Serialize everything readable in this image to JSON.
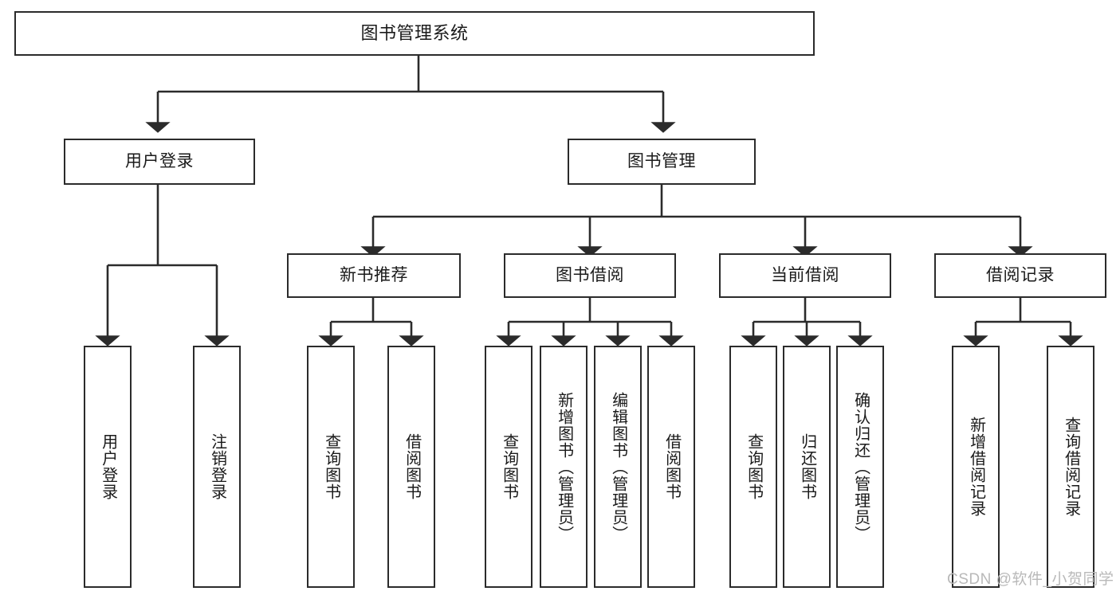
{
  "diagram": {
    "title": "图书管理系统",
    "type": "hierarchy-tree",
    "watermark": "CSDN @软件_小贺同学",
    "levels": {
      "root": {
        "label": "图书管理系统"
      },
      "level2": [
        {
          "id": "user-login",
          "label": "用户登录"
        },
        {
          "id": "book-manage",
          "label": "图书管理"
        }
      ],
      "level3": [
        {
          "id": "new-book-recommend",
          "label": "新书推荐"
        },
        {
          "id": "book-borrow",
          "label": "图书借阅"
        },
        {
          "id": "current-borrow",
          "label": "当前借阅"
        },
        {
          "id": "borrow-record",
          "label": "借阅记录"
        }
      ],
      "leaves": {
        "user_login": [
          {
            "id": "leaf-user-login",
            "label": "用户登录"
          },
          {
            "id": "leaf-logout-login",
            "label": "注销登录"
          }
        ],
        "new_book_recommend": [
          {
            "id": "leaf-query-book-1",
            "label": "查询图书"
          },
          {
            "id": "leaf-borrow-book-1",
            "label": "借阅图书"
          }
        ],
        "book_borrow": [
          {
            "id": "leaf-query-book-2",
            "label": "查询图书"
          },
          {
            "id": "leaf-add-book",
            "label": "新增图书（管理员）"
          },
          {
            "id": "leaf-edit-book",
            "label": "编辑图书（管理员）"
          },
          {
            "id": "leaf-borrow-book-2",
            "label": "借阅图书"
          }
        ],
        "current_borrow": [
          {
            "id": "leaf-query-book-3",
            "label": "查询图书"
          },
          {
            "id": "leaf-return-book",
            "label": "归还图书"
          },
          {
            "id": "leaf-confirm-return",
            "label": "确认归还（管理员）"
          }
        ],
        "borrow_record": [
          {
            "id": "leaf-add-record",
            "label": "新增借阅记录"
          },
          {
            "id": "leaf-query-record",
            "label": "查询借阅记录"
          }
        ]
      }
    },
    "colors": {
      "stroke": "#2b2b2b",
      "fill": "#ffffff",
      "text": "#1a1a1a",
      "watermark": "#b9b9b9"
    }
  }
}
